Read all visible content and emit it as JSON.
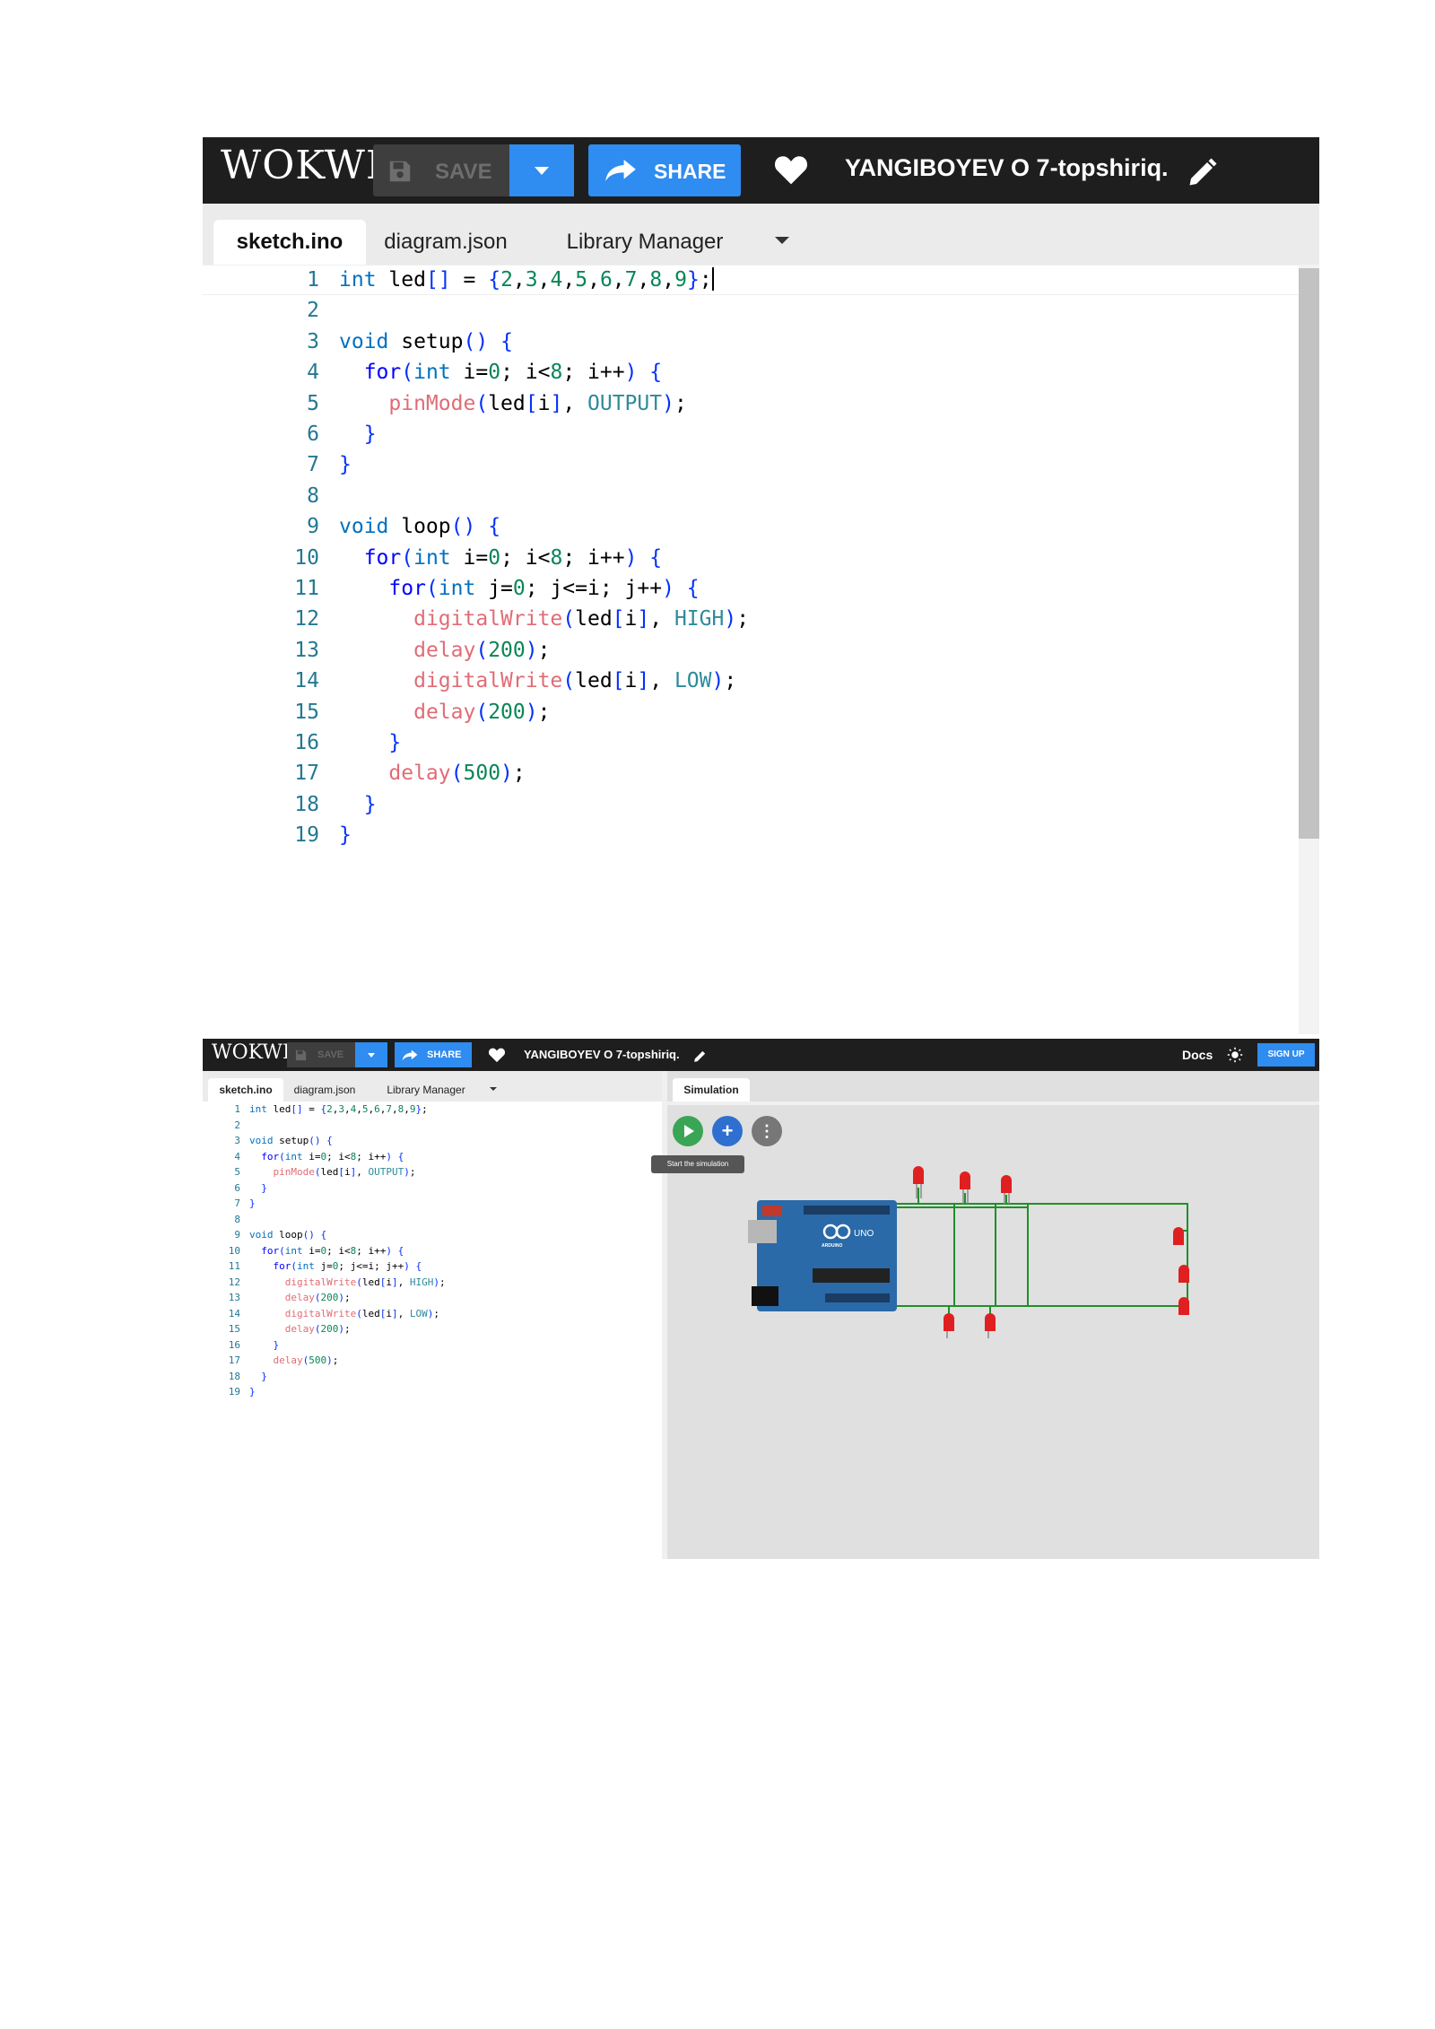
{
  "app": {
    "logo": "WOKWI",
    "save_label": "SAVE",
    "share_label": "SHARE",
    "project_title": "YANGIBOYEV O 7-topshiriq.",
    "docs_label": "Docs",
    "signup_label": "SIGN UP"
  },
  "tabs": {
    "sketch": "sketch.ino",
    "diagram": "diagram.json",
    "library": "Library Manager"
  },
  "simulation": {
    "tab_label": "Simulation",
    "tooltip": "Start the simulation",
    "play_icon": "play-icon",
    "add_icon": "plus-icon",
    "more_icon": "vertical-dots-icon",
    "board_logo": "UNO",
    "board_brand": "ARDUINO"
  },
  "editor": {
    "line_numbers": [
      "1",
      "2",
      "3",
      "4",
      "5",
      "6",
      "7",
      "8",
      "9",
      "10",
      "11",
      "12",
      "13",
      "14",
      "15",
      "16",
      "17",
      "18",
      "19"
    ],
    "lines": [
      "int led[] = {2,3,4,5,6,7,8,9};",
      "",
      "void setup() {",
      "  for(int i=0; i<8; i++) {",
      "    pinMode(led[i], OUTPUT);",
      "  }",
      "}",
      "",
      "void loop() {",
      "  for(int i=0; i<8; i++) {",
      "    for(int j=0; j<=i; j++) {",
      "      digitalWrite(led[i], HIGH);",
      "      delay(200);",
      "      digitalWrite(led[i], LOW);",
      "      delay(200);",
      "    }",
      "    delay(500);",
      "  }",
      "}"
    ]
  },
  "colors": {
    "topbar": "#1e1e1e",
    "accent": "#2f8cf0",
    "keyword": "#0000ff",
    "number": "#098658",
    "function": "#e06c75",
    "line_number": "#237893",
    "pcb": "#2a6aa8",
    "led": "#e02020",
    "wire": "#1f8f2a"
  }
}
